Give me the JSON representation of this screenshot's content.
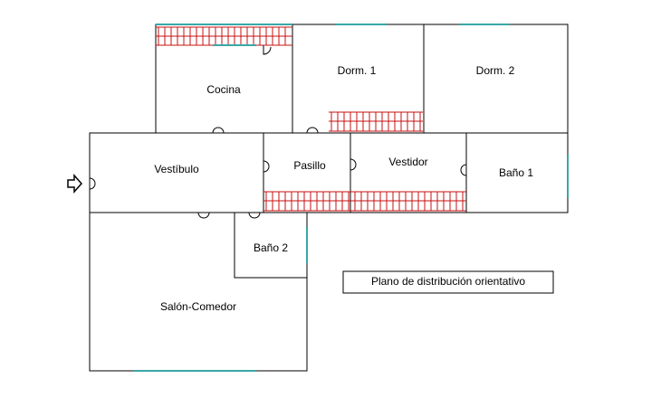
{
  "rooms": {
    "cocina": "Cocina",
    "dorm1": "Dorm. 1",
    "dorm2": "Dorm. 2",
    "vestibulo": "Vestíbulo",
    "pasillo": "Pasillo",
    "vestidor": "Vestidor",
    "bano1": "Baño 1",
    "bano2": "Baño 2",
    "salon": "Salón-Comedor"
  },
  "legend": {
    "text": "Plano de distribución orientativo"
  },
  "colors": {
    "walls": "#000000",
    "windows": "#3aa7a7",
    "stairs": "#c81010",
    "background": "#ffffff"
  },
  "icons": {
    "entrance": "arrow-right-icon"
  }
}
